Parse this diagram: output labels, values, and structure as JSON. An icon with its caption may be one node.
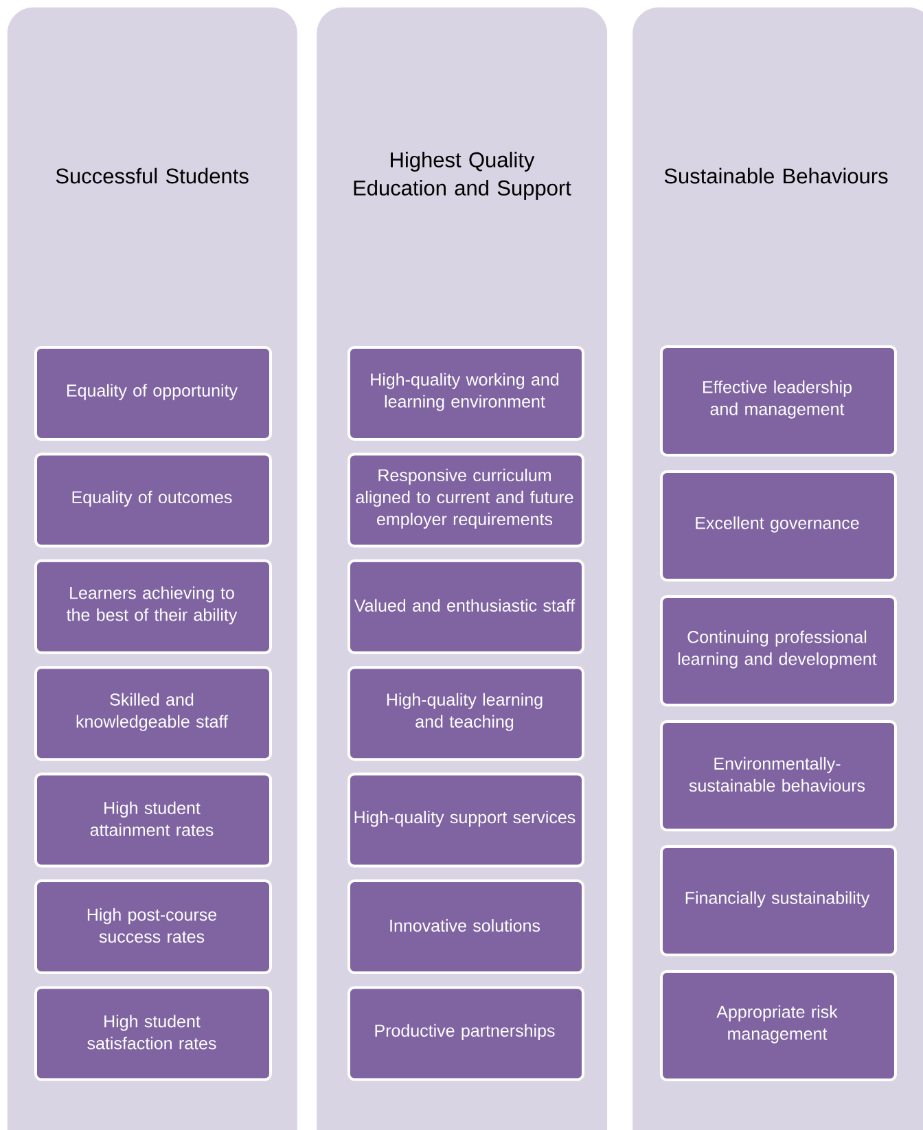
{
  "diagram": {
    "nodes": [
      {
        "text": [
          "Successful Students"
        ]
      },
      {
        "text": [
          "Equality of opportunity"
        ],
        "in": 0
      },
      {
        "text": [
          "Equality of outcomes"
        ],
        "in": 0
      },
      {
        "text": [
          "Learners achieving to the best of their ability"
        ],
        "in": 0
      },
      {
        "text": [
          "Skilled and knowledgeable staff"
        ],
        "in": 0
      },
      {
        "text": [
          "High student attainment rates"
        ],
        "in": 0
      },
      {
        "text": [
          "High post-course success rates"
        ],
        "in": 0
      },
      {
        "text": [
          "High student satisfaction rates"
        ],
        "in": 0
      },
      {
        "text": [
          "Highest Quality Education and Support"
        ]
      },
      {
        "text": [
          "High-quality working and learning environment"
        ],
        "in": 8
      },
      {
        "text": [
          "Responsive curriculum aligned to current and future employer requirements"
        ],
        "in": 8
      },
      {
        "text": [
          "Valued and enthusiastic staff"
        ],
        "in": 8
      },
      {
        "text": [
          "High-quality learning and teaching"
        ],
        "in": 8
      },
      {
        "text": [
          "High-quality support services"
        ],
        "in": 8
      },
      {
        "text": [
          "Innovative solutions"
        ],
        "in": 8
      },
      {
        "text": [
          "Productive partnerships"
        ],
        "in": 8
      },
      {
        "text": [
          "Sustainable Behaviours"
        ]
      },
      {
        "text": [
          "Effective leadership and management"
        ],
        "in": 16
      },
      {
        "text": [
          "Excellent governance"
        ],
        "in": 16
      },
      {
        "text": [
          "Continuing professional learning and development"
        ],
        "in": 16
      },
      {
        "text": [
          "Environmentally-sustainable behaviours"
        ],
        "in": 16
      },
      {
        "text": [
          "Financially sustainability"
        ],
        "in": 16
      },
      {
        "text": [
          "Appropriate risk management"
        ],
        "in": 16
      }
    ]
  }
}
